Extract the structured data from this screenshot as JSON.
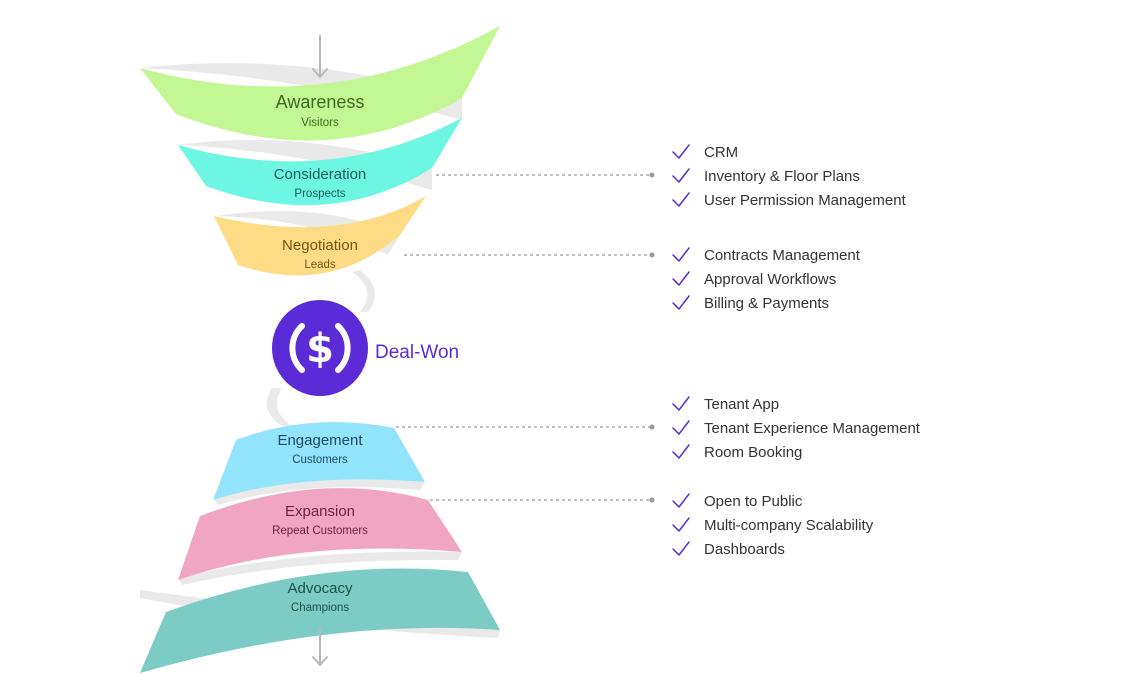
{
  "stages": [
    {
      "title": "Awareness",
      "subtitle": "Visitors",
      "color": "#c2f794",
      "text_color": "#3f6b1c"
    },
    {
      "title": "Consideration",
      "subtitle": "Prospects",
      "color": "#6df6e2",
      "text_color": "#1b5e57"
    },
    {
      "title": "Negotiation",
      "subtitle": "Leads",
      "color": "#fedc85",
      "text_color": "#7a5410"
    },
    {
      "title": "Engagement",
      "subtitle": "Customers",
      "color": "#92e3fc",
      "text_color": "#1e4a66"
    },
    {
      "title": "Expansion",
      "subtitle": "Repeat Customers",
      "color": "#f0a6c2",
      "text_color": "#6e1f3b"
    },
    {
      "title": "Advocacy",
      "subtitle": "Champions",
      "color": "#7ccbc5",
      "text_color": "#1c4f4b"
    }
  ],
  "deal": {
    "label": "Deal-Won",
    "symbol": "$",
    "color": "#5b2bd8",
    "icon": "dollar-circle-icon"
  },
  "feature_groups": [
    {
      "stage": "Consideration",
      "items": [
        "CRM",
        "Inventory & Floor Plans",
        "User Permission Management"
      ]
    },
    {
      "stage": "Negotiation",
      "items": [
        "Contracts Management",
        "Approval Workflows",
        "Billing & Payments"
      ]
    },
    {
      "stage": "Engagement",
      "items": [
        "Tenant App",
        "Tenant Experience Management",
        "Room Booking"
      ]
    },
    {
      "stage": "Expansion",
      "items": [
        "Open to Public",
        "Multi-company Scalability",
        "Dashboards"
      ]
    }
  ],
  "colors": {
    "check": "#5b2bd8",
    "connector": "#9a9a9a",
    "arrow": "#b8b8b8",
    "back": "#e8e8e8",
    "deal": "#5b2bd8"
  },
  "icons": {
    "check": "check-icon",
    "arrow": "arrow-down-icon"
  }
}
